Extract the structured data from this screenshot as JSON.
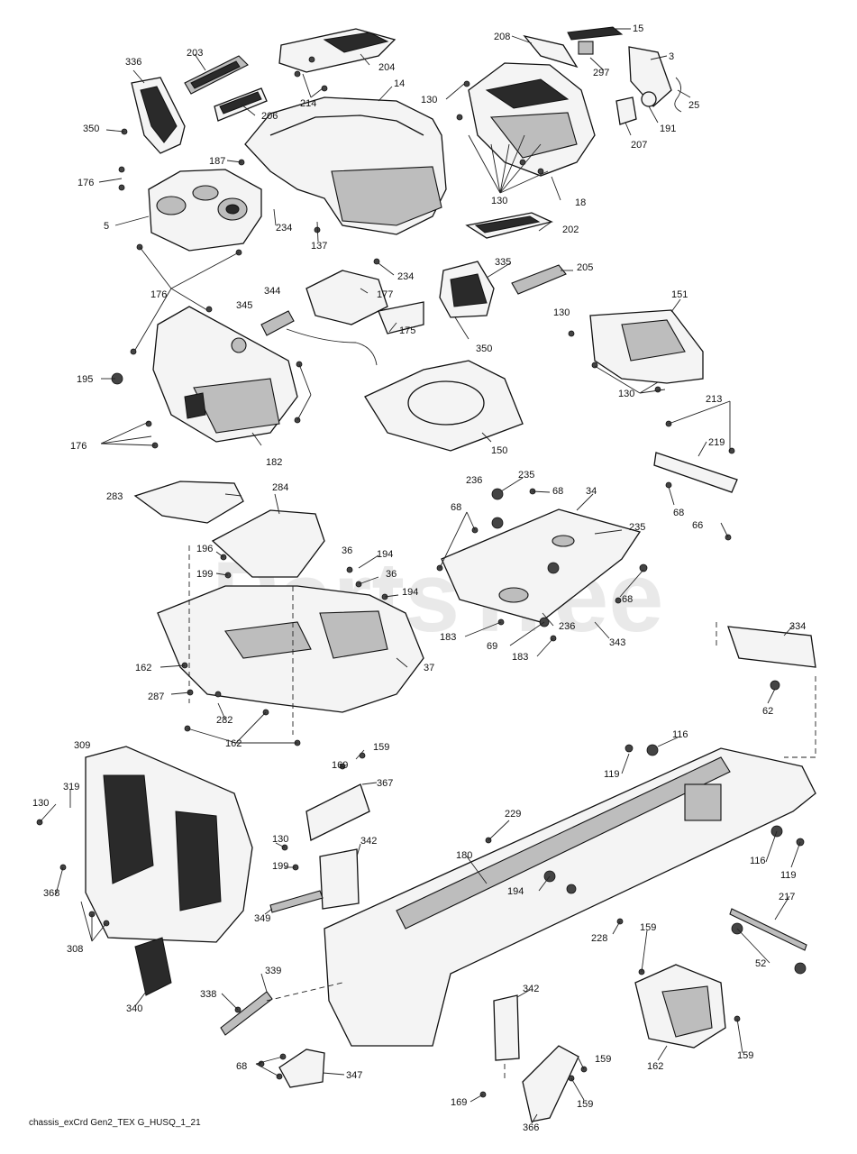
{
  "watermark": "PartsTree",
  "footer_code": "chassis_exCrd Gen2_TEX G_HUSQ_1_21",
  "callouts": [
    "336",
    "203",
    "204",
    "208",
    "15",
    "3",
    "297",
    "25",
    "350",
    "206",
    "214",
    "14",
    "130",
    "191",
    "207",
    "187",
    "176",
    "5",
    "18",
    "234",
    "137",
    "202",
    "130",
    "344",
    "177",
    "335",
    "205",
    "151",
    "345",
    "234",
    "175",
    "130",
    "350",
    "176",
    "195",
    "182",
    "176",
    "150",
    "130",
    "213",
    "219",
    "68",
    "66",
    "236",
    "235",
    "68",
    "34",
    "283",
    "284",
    "68",
    "235",
    "36",
    "194",
    "196",
    "199",
    "36",
    "194",
    "68",
    "183",
    "69",
    "236",
    "343",
    "183",
    "162",
    "287",
    "37",
    "282",
    "162",
    "334",
    "62",
    "309",
    "159",
    "116",
    "169",
    "367",
    "119",
    "130",
    "319",
    "229",
    "180",
    "130",
    "342",
    "116",
    "119",
    "194",
    "368",
    "199",
    "349",
    "217",
    "308",
    "228",
    "159",
    "52",
    "339",
    "338",
    "340",
    "342",
    "162",
    "159",
    "68",
    "347",
    "159",
    "169",
    "159",
    "366"
  ]
}
